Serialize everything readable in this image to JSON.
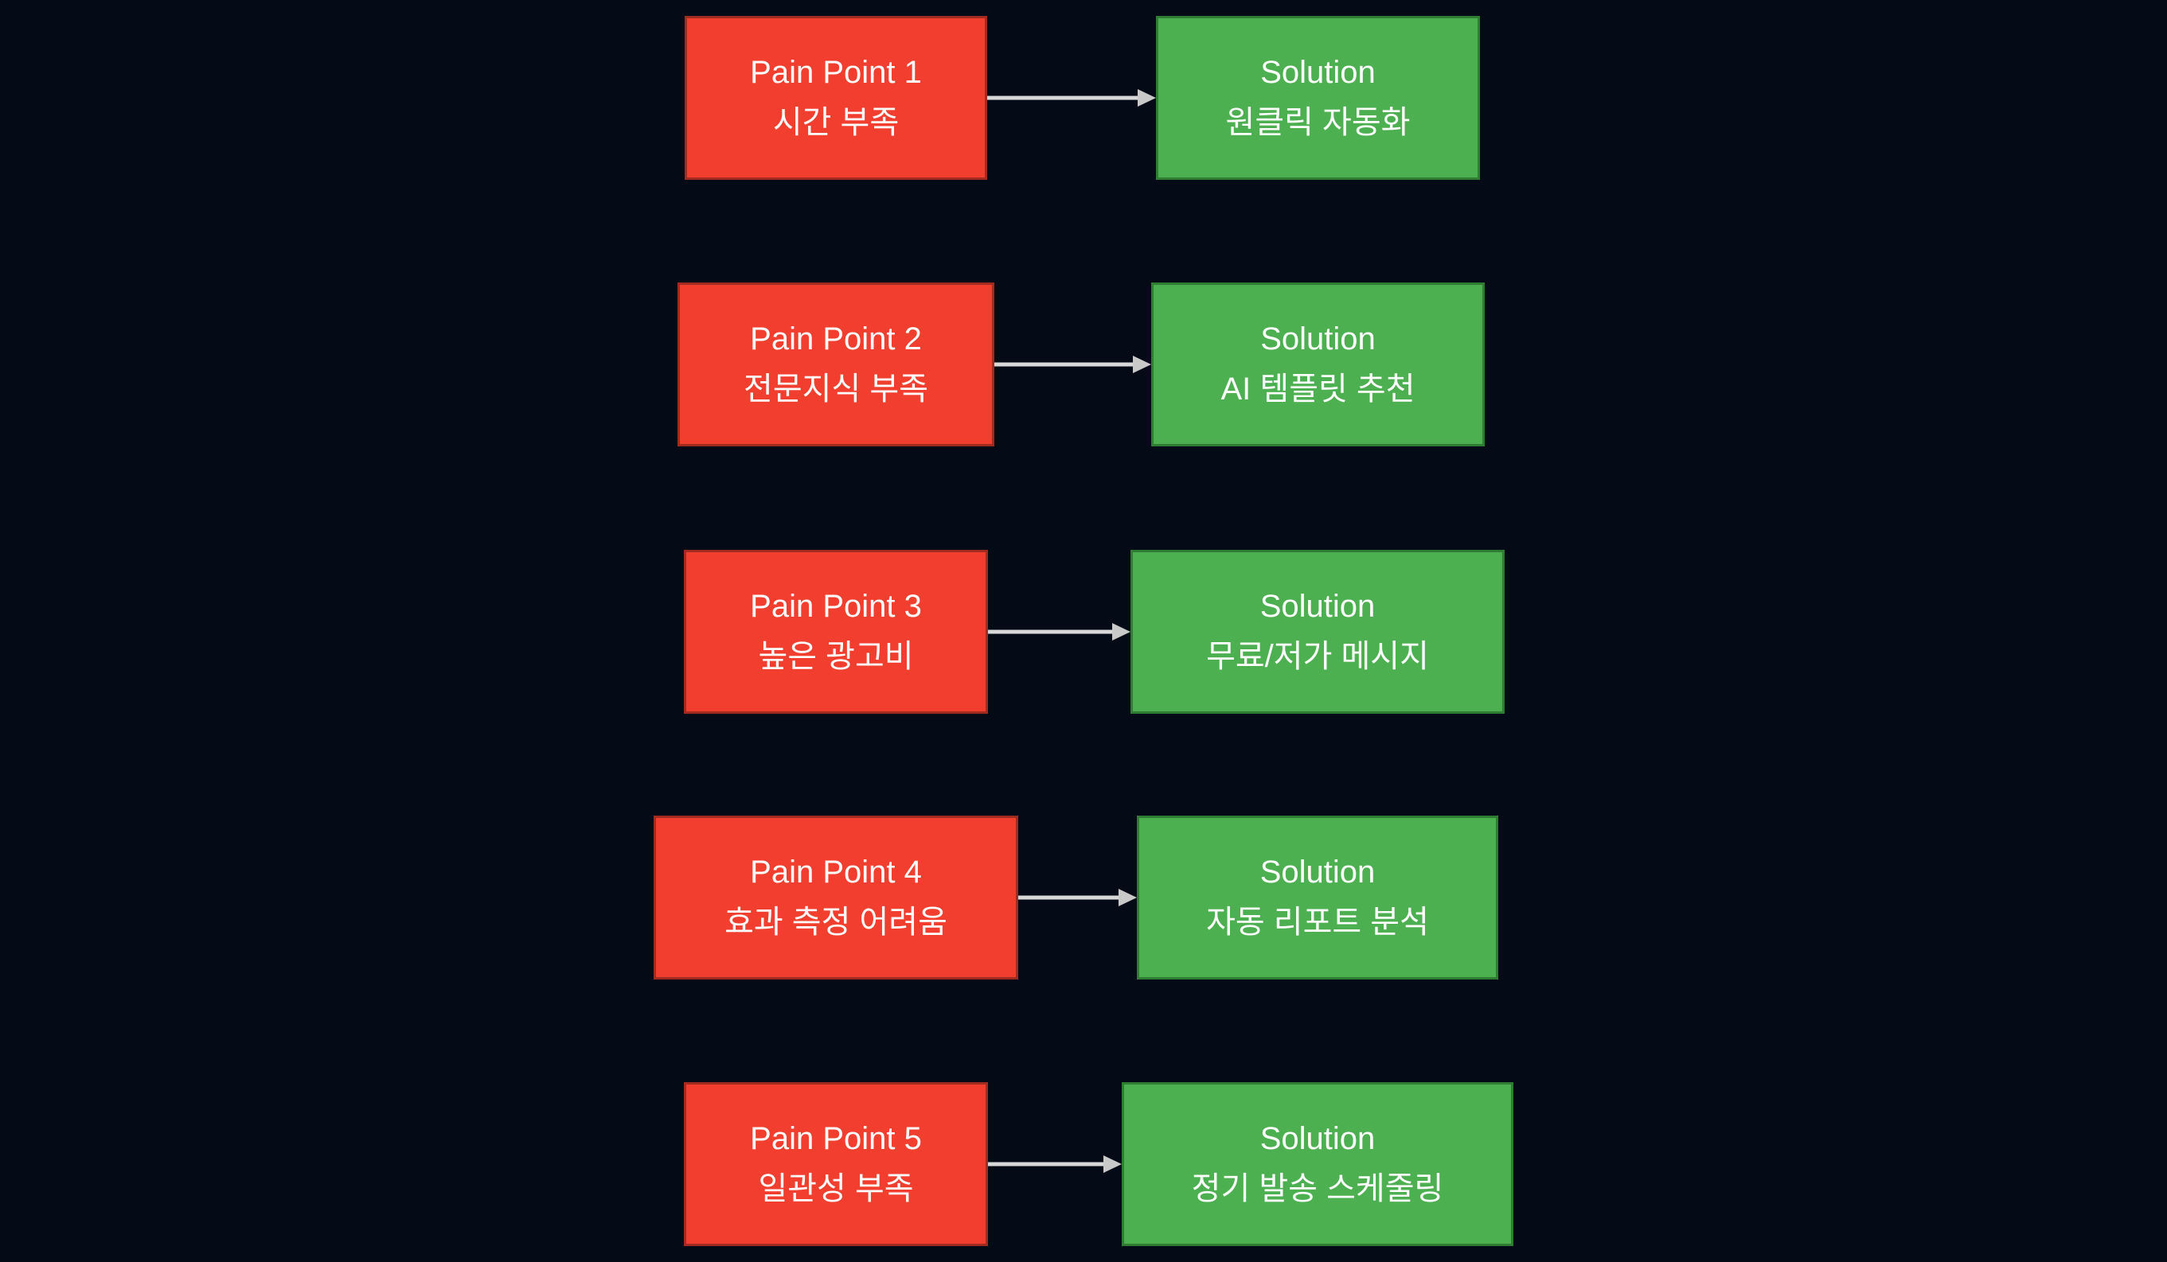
{
  "colors": {
    "bg": "#040a16",
    "pain_fill": "#f23e2e",
    "pain_border": "#a12b20",
    "solution_fill": "#4caf50",
    "solution_border": "#2f7d33",
    "arrow_shaft": "#d8d8d8",
    "arrow_head": "#c9c9c9",
    "text": "#ffffff"
  },
  "rows": [
    {
      "pain": {
        "title": "Pain Point 1",
        "subtitle": "시간 부족"
      },
      "solution": {
        "title": "Solution",
        "subtitle": "원클릭 자동화"
      }
    },
    {
      "pain": {
        "title": "Pain Point 2",
        "subtitle": "전문지식 부족"
      },
      "solution": {
        "title": "Solution",
        "subtitle": "AI 템플릿 추천"
      }
    },
    {
      "pain": {
        "title": "Pain Point 3",
        "subtitle": "높은 광고비"
      },
      "solution": {
        "title": "Solution",
        "subtitle": "무료/저가 메시지"
      }
    },
    {
      "pain": {
        "title": "Pain Point 4",
        "subtitle": "효과 측정 어려움"
      },
      "solution": {
        "title": "Solution",
        "subtitle": "자동 리포트 분석"
      }
    },
    {
      "pain": {
        "title": "Pain Point 5",
        "subtitle": "일관성 부족"
      },
      "solution": {
        "title": "Solution",
        "subtitle": "정기 발송 스케줄링"
      }
    }
  ]
}
